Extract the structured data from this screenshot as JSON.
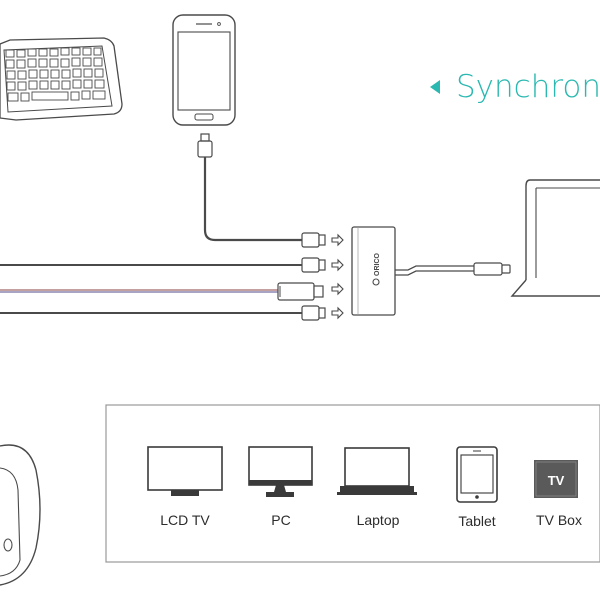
{
  "header": {
    "sync_text": "Synchron",
    "accent_color": "#2bb8b0"
  },
  "hub": {
    "brand_text": "ORICO"
  },
  "devices": {
    "lcd_tv": "LCD TV",
    "pc": "PC",
    "laptop": "Laptop",
    "tablet": "Tablet",
    "tv_box": "TV Box",
    "tv_box_screen": "TV"
  },
  "icons": [
    "keyboard-icon",
    "smartphone-icon",
    "laptop-icon",
    "usb-hub-icon",
    "mouse-icon",
    "usb-flash-drive-icon",
    "usb-plug-icon",
    "usb-c-plug-icon"
  ],
  "colors": {
    "line": "#4a4a4a",
    "cable": "#555555",
    "usb_line_a": "#8a4040",
    "usb_line_b": "#504a8a"
  }
}
